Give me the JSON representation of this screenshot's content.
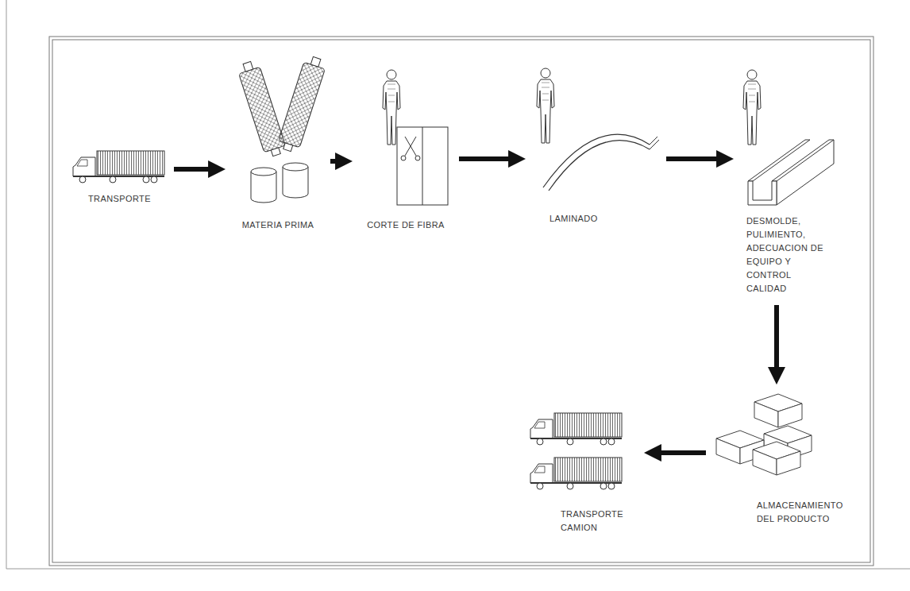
{
  "diagram": {
    "nodes": [
      {
        "text": [
          "TRANSPORTE"
        ]
      },
      {
        "text": [
          "MATERIA PRIMA"
        ]
      },
      {
        "text": [
          "CORTE DE FIBRA"
        ]
      },
      {
        "text": [
          "LAMINADO"
        ]
      },
      {
        "text": [
          "DESMOLDE, PULIMIENTO, ADECUACION DE EQUIPO Y CONTROL CALIDAD"
        ]
      },
      {
        "text": [
          "ALMACENAMIENTO DEL PRODUCTO"
        ]
      },
      {
        "text": [
          "TRANSPORTE CAMION"
        ]
      }
    ],
    "edges": [
      {
        "from": 0,
        "to": 1,
        "arrow": "to"
      },
      {
        "from": 1,
        "to": 2,
        "arrow": "to"
      },
      {
        "from": 2,
        "to": 3,
        "arrow": "to"
      },
      {
        "from": 3,
        "to": 4,
        "arrow": "to"
      },
      {
        "from": 4,
        "to": 5,
        "arrow": "to"
      },
      {
        "from": 5,
        "to": 6,
        "arrow": "to"
      }
    ]
  }
}
